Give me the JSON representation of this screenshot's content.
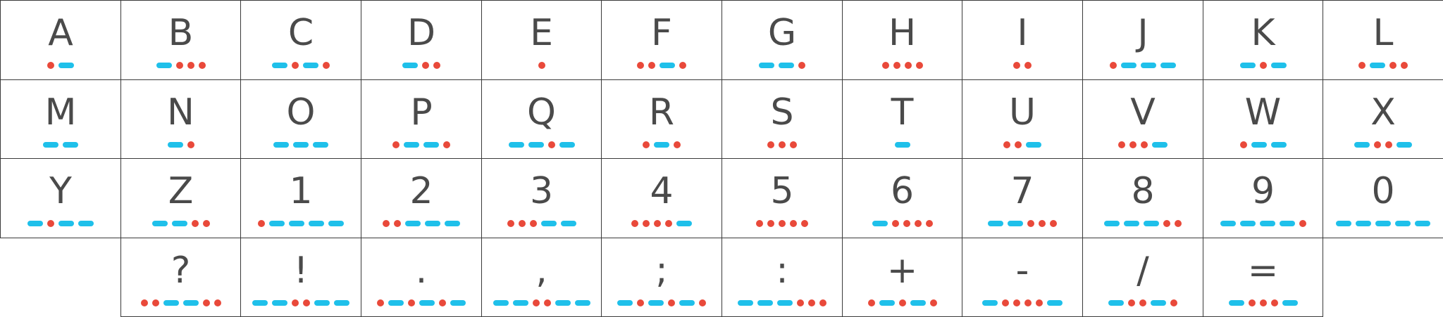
{
  "colors": {
    "dot": "#e9493a",
    "dash": "#1fc0ea",
    "border": "#3a3a3a",
    "glyph": "#4a4a4a"
  },
  "rows": [
    {
      "offset": 0,
      "cells": [
        {
          "char": "A",
          "code": ".-"
        },
        {
          "char": "B",
          "code": "-..."
        },
        {
          "char": "C",
          "code": "-.-."
        },
        {
          "char": "D",
          "code": "-.."
        },
        {
          "char": "E",
          "code": "."
        },
        {
          "char": "F",
          "code": "..-."
        },
        {
          "char": "G",
          "code": "--."
        },
        {
          "char": "H",
          "code": "...."
        },
        {
          "char": "I",
          "code": ".."
        },
        {
          "char": "J",
          "code": ".---"
        },
        {
          "char": "K",
          "code": "-.-"
        },
        {
          "char": "L",
          "code": ".-.."
        }
      ]
    },
    {
      "offset": 0,
      "cells": [
        {
          "char": "M",
          "code": "--"
        },
        {
          "char": "N",
          "code": "-."
        },
        {
          "char": "O",
          "code": "---"
        },
        {
          "char": "P",
          "code": ".--."
        },
        {
          "char": "Q",
          "code": "--.-"
        },
        {
          "char": "R",
          "code": ".-."
        },
        {
          "char": "S",
          "code": "..."
        },
        {
          "char": "T",
          "code": "-"
        },
        {
          "char": "U",
          "code": "..-"
        },
        {
          "char": "V",
          "code": "...-"
        },
        {
          "char": "W",
          "code": ".--"
        },
        {
          "char": "X",
          "code": "-..-"
        }
      ]
    },
    {
      "offset": 0,
      "cells": [
        {
          "char": "Y",
          "code": "-.--"
        },
        {
          "char": "Z",
          "code": "--.."
        },
        {
          "char": "1",
          "code": ".----"
        },
        {
          "char": "2",
          "code": "..---"
        },
        {
          "char": "3",
          "code": "...--"
        },
        {
          "char": "4",
          "code": "....-"
        },
        {
          "char": "5",
          "code": "....."
        },
        {
          "char": "6",
          "code": "-...."
        },
        {
          "char": "7",
          "code": "--..."
        },
        {
          "char": "8",
          "code": "---.."
        },
        {
          "char": "9",
          "code": "----."
        },
        {
          "char": "0",
          "code": "-----"
        }
      ]
    },
    {
      "offset": 1,
      "cells": [
        {
          "char": "?",
          "code": "..--.."
        },
        {
          "char": "!",
          "code": "--..--"
        },
        {
          "char": ".",
          "code": ".-.-.-"
        },
        {
          "char": ",",
          "code": "--..--"
        },
        {
          "char": ";",
          "code": "-.-.-."
        },
        {
          "char": ":",
          "code": "---..."
        },
        {
          "char": "+",
          "code": ".-.-."
        },
        {
          "char": "-",
          "code": "-....-"
        },
        {
          "char": "/",
          "code": "-..-."
        },
        {
          "char": "=",
          "code": "-...-"
        }
      ]
    }
  ]
}
